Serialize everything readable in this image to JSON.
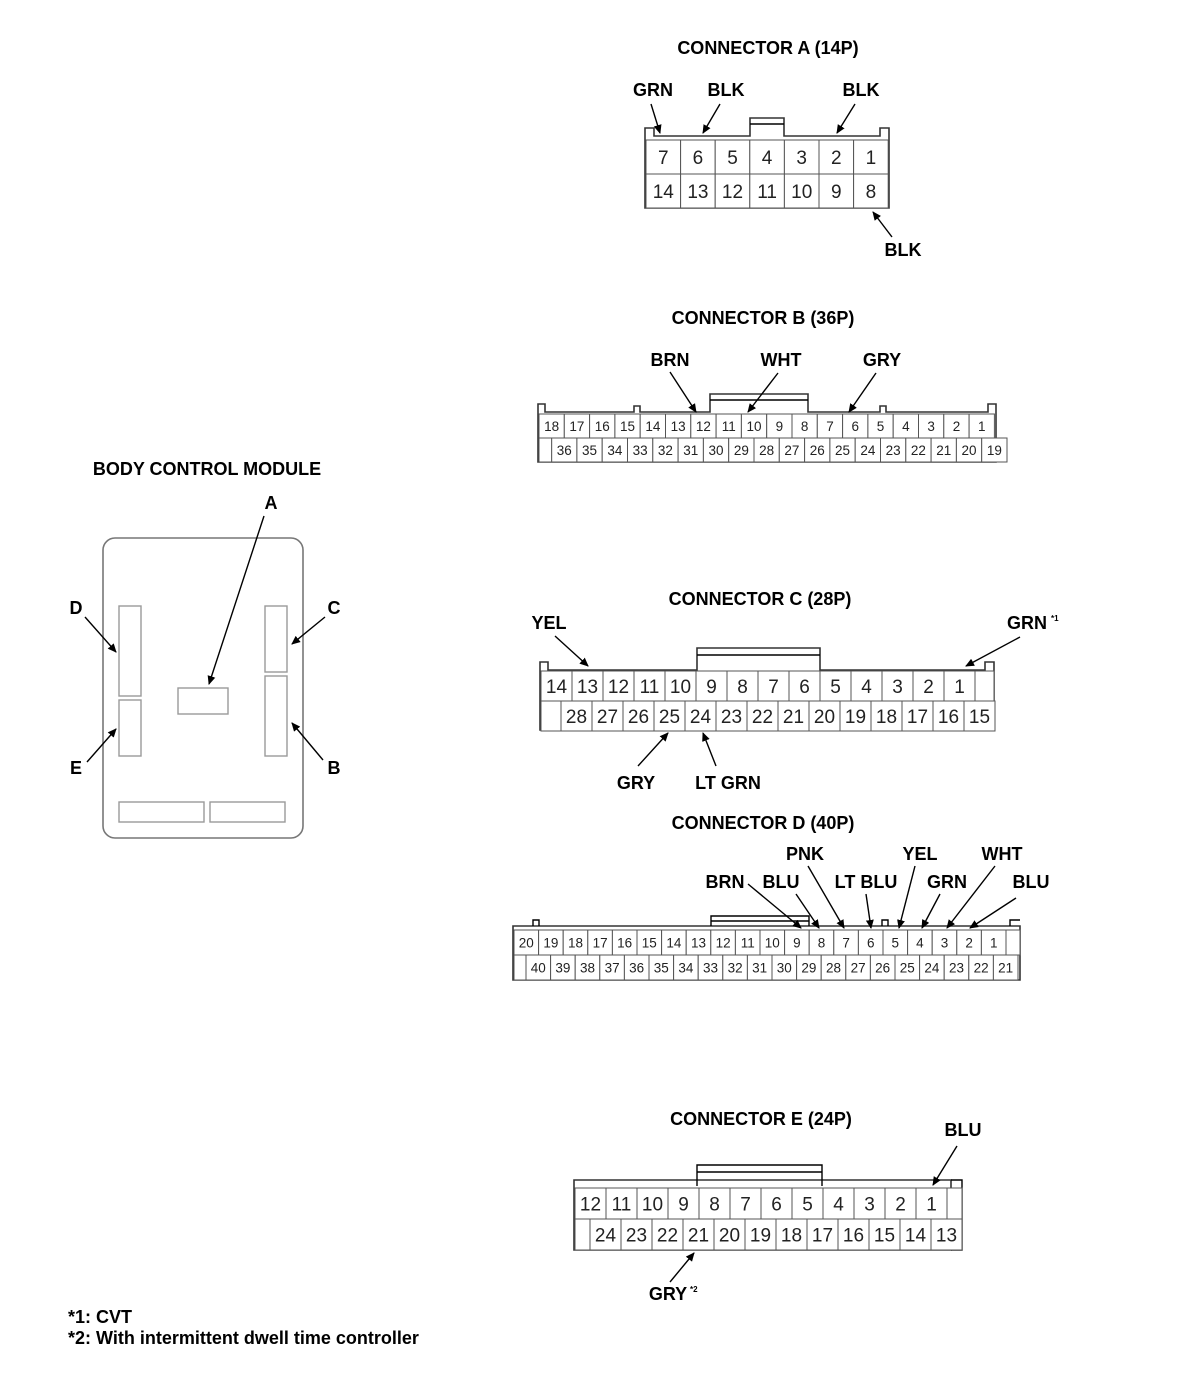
{
  "module": {
    "title": "BODY CONTROL MODULE",
    "labels": {
      "a": "A",
      "b": "B",
      "c": "C",
      "d": "D",
      "e": "E"
    }
  },
  "connectors": {
    "a": {
      "title": "CONNECTOR A (14P)",
      "top_pins": [
        "7",
        "6",
        "5",
        "4",
        "3",
        "2",
        "1"
      ],
      "bottom_pins": [
        "14",
        "13",
        "12",
        "11",
        "10",
        "9",
        "8"
      ],
      "wires": [
        {
          "pin": "7",
          "color": "GRN"
        },
        {
          "pin": "6",
          "color": "BLK"
        },
        {
          "pin": "2",
          "color": "BLK"
        },
        {
          "pin": "8",
          "color": "BLK"
        }
      ]
    },
    "b": {
      "title": "CONNECTOR B (36P)",
      "top_pins": [
        "18",
        "17",
        "16",
        "15",
        "14",
        "13",
        "12",
        "11",
        "10",
        "9",
        "8",
        "7",
        "6",
        "5",
        "4",
        "3",
        "2",
        "1"
      ],
      "bottom_pins": [
        "36",
        "35",
        "34",
        "33",
        "32",
        "31",
        "30",
        "29",
        "28",
        "27",
        "26",
        "25",
        "24",
        "23",
        "22",
        "21",
        "20",
        "19"
      ],
      "wires": [
        {
          "pin": "12",
          "color": "BRN"
        },
        {
          "pin": "10",
          "color": "WHT"
        },
        {
          "pin": "6",
          "color": "GRY"
        }
      ]
    },
    "c": {
      "title": "CONNECTOR C (28P)",
      "top_pins": [
        "14",
        "13",
        "12",
        "11",
        "10",
        "9",
        "8",
        "7",
        "6",
        "5",
        "4",
        "3",
        "2",
        "1"
      ],
      "bottom_pins": [
        "28",
        "27",
        "26",
        "25",
        "24",
        "23",
        "22",
        "21",
        "20",
        "19",
        "18",
        "17",
        "16",
        "15"
      ],
      "wires": [
        {
          "pin": "13",
          "color": "YEL"
        },
        {
          "pin": "1",
          "color": "GRN",
          "note": "*1"
        },
        {
          "pin": "25",
          "color": "GRY"
        },
        {
          "pin": "24",
          "color": "LT GRN"
        }
      ]
    },
    "d": {
      "title": "CONNECTOR D (40P)",
      "top_pins": [
        "20",
        "19",
        "18",
        "17",
        "16",
        "15",
        "14",
        "13",
        "12",
        "11",
        "10",
        "9",
        "8",
        "7",
        "6",
        "5",
        "4",
        "3",
        "2",
        "1"
      ],
      "bottom_pins": [
        "40",
        "39",
        "38",
        "37",
        "36",
        "35",
        "34",
        "33",
        "32",
        "31",
        "30",
        "29",
        "28",
        "27",
        "26",
        "25",
        "24",
        "23",
        "22",
        "21"
      ],
      "wires": [
        {
          "pin": "9",
          "color": "BRN"
        },
        {
          "pin": "8",
          "color": "BLU"
        },
        {
          "pin": "7",
          "color": "PNK"
        },
        {
          "pin": "6",
          "color": "LT BLU"
        },
        {
          "pin": "5",
          "color": "YEL"
        },
        {
          "pin": "4",
          "color": "GRN"
        },
        {
          "pin": "3",
          "color": "WHT"
        },
        {
          "pin": "2",
          "color": "BLU"
        }
      ]
    },
    "e": {
      "title": "CONNECTOR E (24P)",
      "top_pins": [
        "12",
        "11",
        "10",
        "9",
        "8",
        "7",
        "6",
        "5",
        "4",
        "3",
        "2",
        "1"
      ],
      "bottom_pins": [
        "24",
        "23",
        "22",
        "21",
        "20",
        "19",
        "18",
        "17",
        "16",
        "15",
        "14",
        "13"
      ],
      "wires": [
        {
          "pin": "1",
          "color": "BLU"
        },
        {
          "pin": "21",
          "color": "GRY",
          "note": "*2"
        }
      ]
    }
  },
  "notes": [
    "*1: CVT",
    "*2: With intermittent dwell time controller"
  ]
}
